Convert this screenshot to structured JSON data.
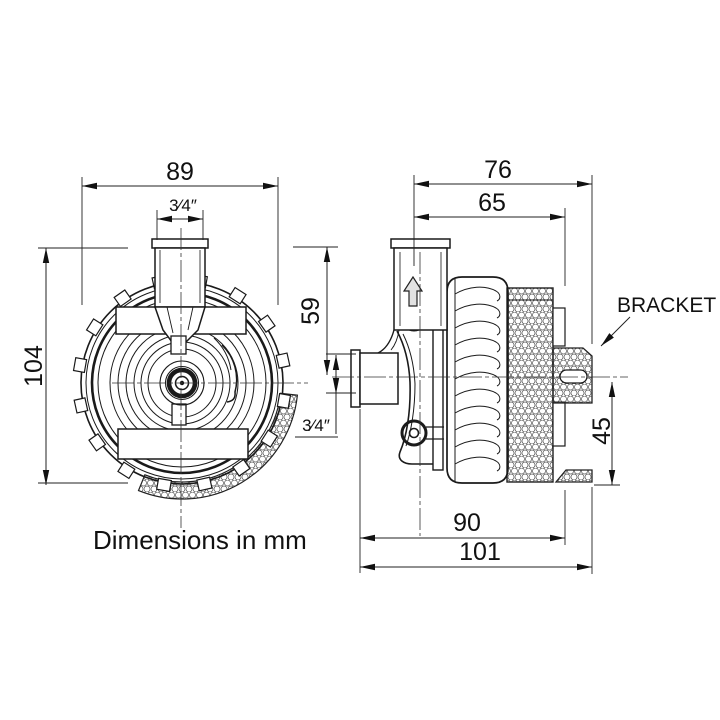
{
  "note": "Dimensions in mm",
  "bracket_label": "BRACKET",
  "front_view": {
    "width_mm": "89",
    "outlet_size": "3⁄4″",
    "height_mm": "104"
  },
  "side_view": {
    "overall_width_mm": "76",
    "body_width_mm": "65",
    "outlet_height_mm": "59",
    "inlet_size": "3⁄4″",
    "bracket_offset_mm": "45",
    "body_length_mm": "90",
    "overall_length_mm": "101"
  }
}
